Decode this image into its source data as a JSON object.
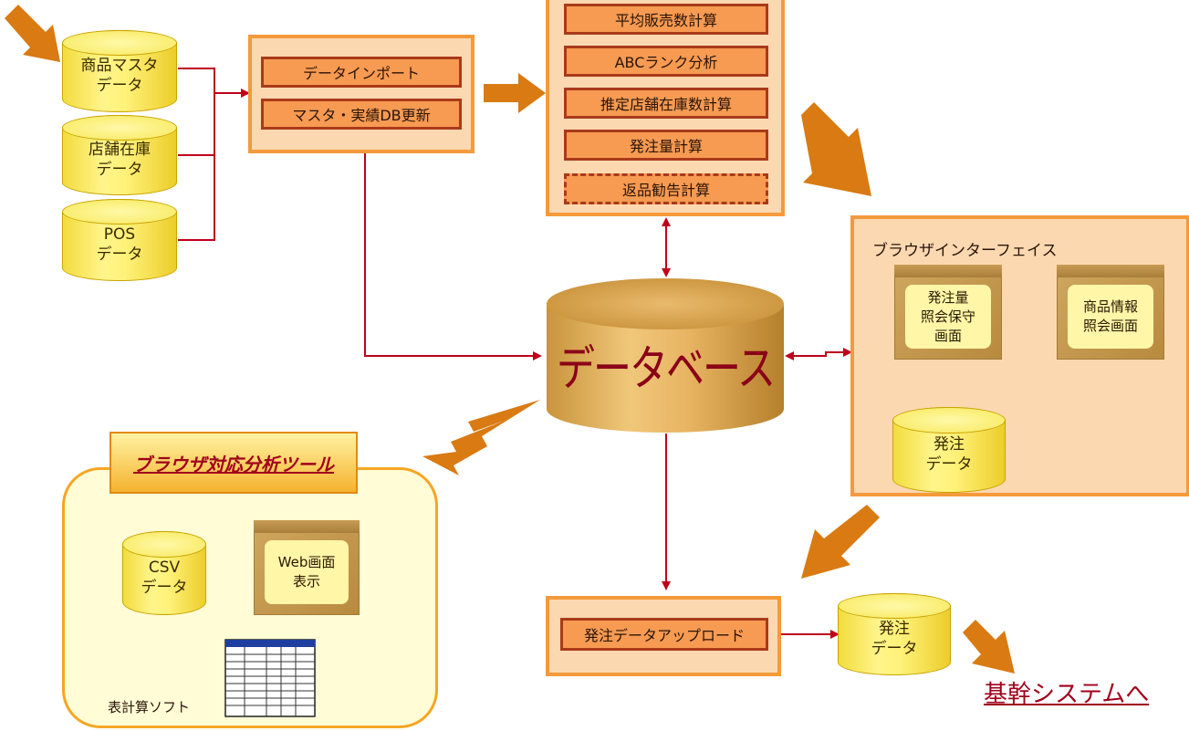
{
  "sources": {
    "product_master": "商品マスタ\nデータ",
    "store_inventory": "店舗在庫\nデータ",
    "pos": "POS\nデータ"
  },
  "import_panel": {
    "import_button": "データインポート",
    "update_button": "マスタ・実績DB更新"
  },
  "calc_panel": {
    "items": [
      "平均販売数計算",
      "ABCランク分析",
      "推定店舗在庫数計算",
      "発注量計算",
      "返品勧告計算"
    ]
  },
  "database": {
    "label": "データベース"
  },
  "browser_interface": {
    "title": "ブラウザインターフェイス",
    "order_screen": "発注量\n照会保守\n画面",
    "product_screen": "商品情報\n照会画面",
    "order_data": "発注\nデータ"
  },
  "analysis_tool": {
    "title": "ブラウザ対応分析ツール",
    "csv": "CSV\nデータ",
    "web_screen": "Web画面\n表示",
    "spreadsheet": "表計算ソフト"
  },
  "upload": {
    "button": "発注データアップロード",
    "order_data": "発注\nデータ",
    "destination": "基幹システムへ"
  },
  "colors": {
    "frame": "#f49a3a",
    "button": "#f79a52",
    "cylinder": "#fff27a",
    "line": "#c0001a"
  }
}
